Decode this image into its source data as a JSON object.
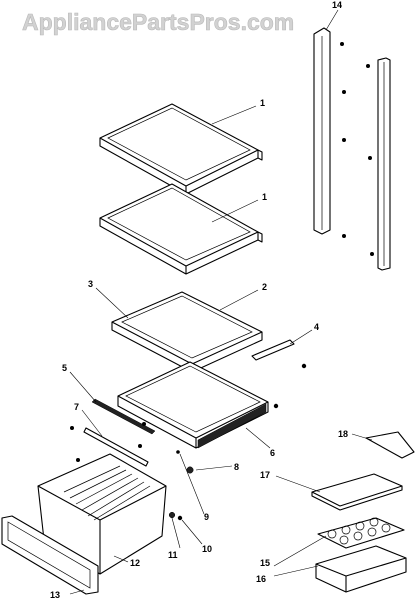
{
  "watermark": "AppliancePartsPros.com",
  "callouts": [
    "1",
    "1",
    "2",
    "3",
    "4",
    "5",
    "6",
    "7",
    "8",
    "9",
    "10",
    "11",
    "12",
    "13",
    "14",
    "15",
    "16",
    "17",
    "18"
  ]
}
